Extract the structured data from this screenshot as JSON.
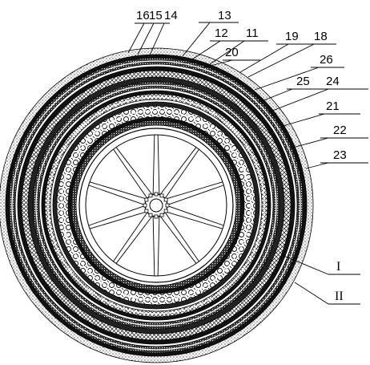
{
  "figure": {
    "labels": [
      {
        "key": "l16",
        "text": "16"
      },
      {
        "key": "l15",
        "text": "15"
      },
      {
        "key": "l14",
        "text": "14"
      },
      {
        "key": "l13",
        "text": "13"
      },
      {
        "key": "l12",
        "text": "12"
      },
      {
        "key": "l11",
        "text": "11"
      },
      {
        "key": "l19",
        "text": "19"
      },
      {
        "key": "l18",
        "text": "18"
      },
      {
        "key": "l20",
        "text": "20"
      },
      {
        "key": "l26",
        "text": "26"
      },
      {
        "key": "l25",
        "text": "25"
      },
      {
        "key": "l24",
        "text": "24"
      },
      {
        "key": "l21",
        "text": "21"
      },
      {
        "key": "l22",
        "text": "22"
      },
      {
        "key": "l23",
        "text": "23"
      },
      {
        "key": "lI",
        "text": "I"
      },
      {
        "key": "lII",
        "text": "II"
      }
    ]
  }
}
